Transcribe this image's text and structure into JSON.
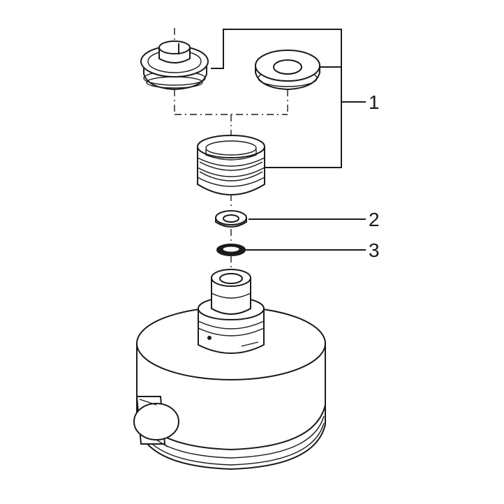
{
  "callouts": {
    "one": "1",
    "two": "2",
    "three": "3"
  },
  "colors": {
    "line": "#1a1a1a",
    "fill": "#ffffff"
  }
}
